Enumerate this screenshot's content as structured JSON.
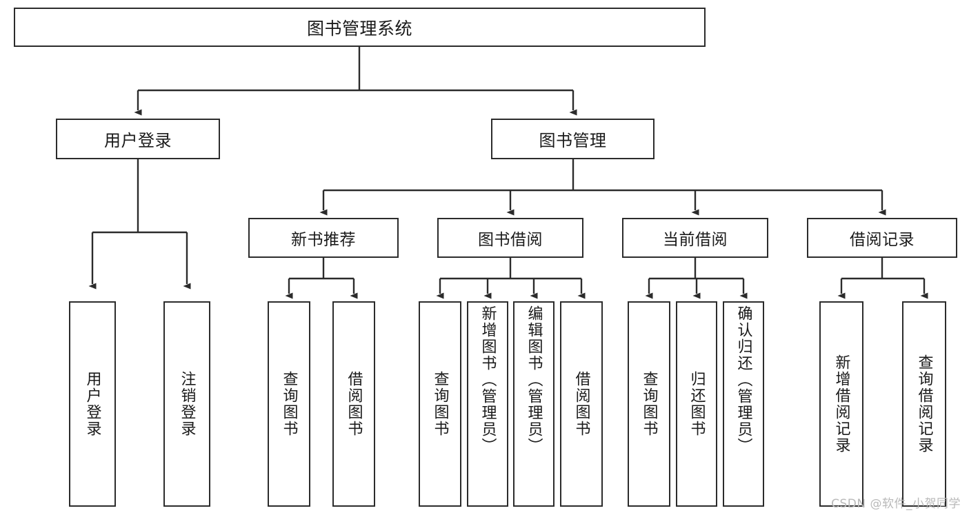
{
  "diagram": {
    "title": "图书管理系统",
    "watermark": "CSDN @软件_小贺同学",
    "colors": {
      "stroke": "#2b2b2b",
      "fill": "#ffffff",
      "background": "#ffffff",
      "watermark": "#b9b9b9"
    },
    "root": {
      "label": "图书管理系统"
    },
    "level1": [
      {
        "label": "用户登录"
      },
      {
        "label": "图书管理"
      }
    ],
    "level2": [
      {
        "label": "新书推荐"
      },
      {
        "label": "图书借阅"
      },
      {
        "label": "当前借阅"
      },
      {
        "label": "借阅记录"
      }
    ],
    "leaves": [
      {
        "label": "用户登录",
        "parent": "用户登录"
      },
      {
        "label": "注销登录",
        "parent": "用户登录"
      },
      {
        "label": "查询图书",
        "parent": "新书推荐"
      },
      {
        "label": "借阅图书",
        "parent": "新书推荐"
      },
      {
        "label": "查询图书",
        "parent": "图书借阅"
      },
      {
        "label": "新增图书（管理员）",
        "parent": "图书借阅"
      },
      {
        "label": "编辑图书（管理员）",
        "parent": "图书借阅"
      },
      {
        "label": "借阅图书",
        "parent": "图书借阅"
      },
      {
        "label": "查询图书",
        "parent": "当前借阅"
      },
      {
        "label": "归还图书",
        "parent": "当前借阅"
      },
      {
        "label": "确认归还（管理员）",
        "parent": "当前借阅"
      },
      {
        "label": "新增借阅记录",
        "parent": "借阅记录"
      },
      {
        "label": "查询借阅记录",
        "parent": "借阅记录"
      }
    ]
  }
}
